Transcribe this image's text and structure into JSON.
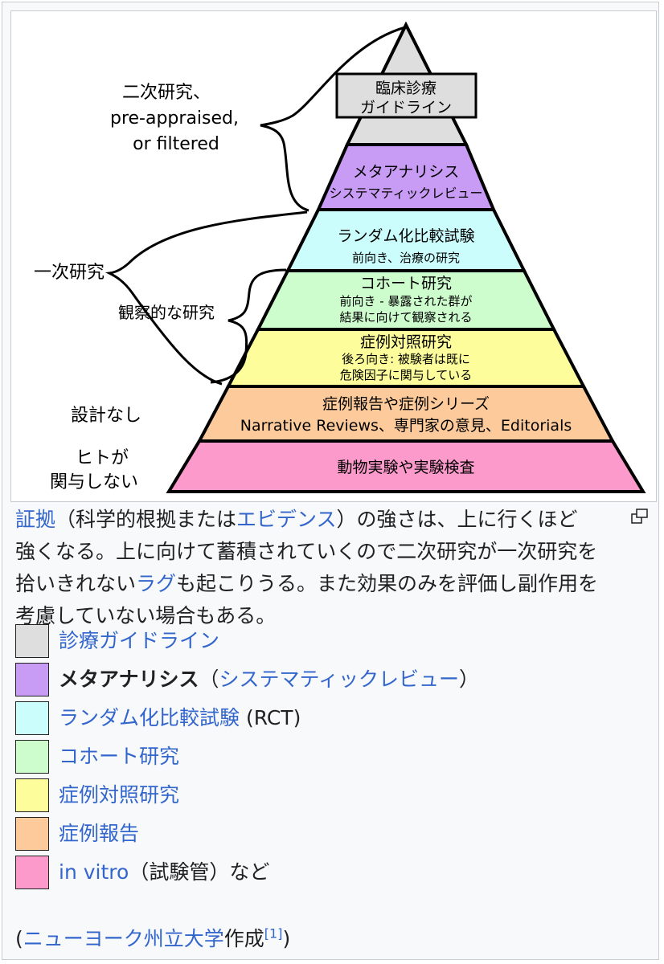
{
  "diagram": {
    "levels": [
      {
        "label_1": "臨床診療",
        "label_2": "ガイドライン",
        "color": "#dedede"
      },
      {
        "label_1": "メタアナリシス",
        "label_2": "システマティックレビュー",
        "color": "#c89bf4"
      },
      {
        "label_1": "ランダム化比較試験",
        "label_2": "前向き、治療の研究",
        "color": "#ccfdfd"
      },
      {
        "label_1": "コホート研究",
        "label_2": "前向き - 暴露された群が",
        "label_3": "結果に向けて観察される",
        "color": "#cdfccd"
      },
      {
        "label_1": "症例対照研究",
        "label_2": "後ろ向き: 被験者は既に",
        "label_3": "危険因子に関与している",
        "color": "#fdfd9b"
      },
      {
        "label_1": "症例報告や症例シリーズ",
        "label_2": "Narrative Reviews、専門家の意見、Editorials",
        "color": "#fdcb9b"
      },
      {
        "label_1": "動物実験や実験検査",
        "color": "#fd9acc"
      }
    ],
    "side_labels": {
      "secondary_1": "二次研究、",
      "secondary_2": "pre-appraised,",
      "secondary_3": "or filtered",
      "primary": "一次研究",
      "observational": "観察的な研究",
      "no_design": "設計なし",
      "non_human_1": "ヒトが",
      "non_human_2": "関与しない"
    }
  },
  "caption": {
    "link_evidence": "証拠",
    "text_1": "（科学的根拠または",
    "link_evidence2": "エビデンス",
    "text_2": "）の強さは、上に行くほど",
    "line_2": "強くなる。上に向けて蓄積されていくので二次研究が一次研究を",
    "line_3a": "拾いきれない",
    "link_lag": "ラグ",
    "line_3b": "も起こりうる。また効果のみを評価し副作用を",
    "line_4": "考慮していない場合もある。"
  },
  "legend": [
    {
      "link": "診療ガイドライン",
      "color": "#dedede"
    },
    {
      "bold": "メタアナリシス",
      "text_pre": "（",
      "link": "システマティックレビュー",
      "text_post": "）",
      "color": "#c89bf4"
    },
    {
      "link": "ランダム化比較試験",
      "text_post": " (RCT)",
      "color": "#ccfdfd"
    },
    {
      "link": "コホート研究",
      "color": "#cdfccd"
    },
    {
      "link": "症例対照研究",
      "color": "#fdfd9b"
    },
    {
      "link": "症例報告",
      "color": "#fdcb9b"
    },
    {
      "link": "in vitro",
      "text_post": "（試験管）など",
      "color": "#fd9acc"
    }
  ],
  "footer": {
    "open": "(",
    "link": "ニューヨーク州立大学",
    "text": "作成",
    "ref": "[1]",
    "close": ")"
  }
}
